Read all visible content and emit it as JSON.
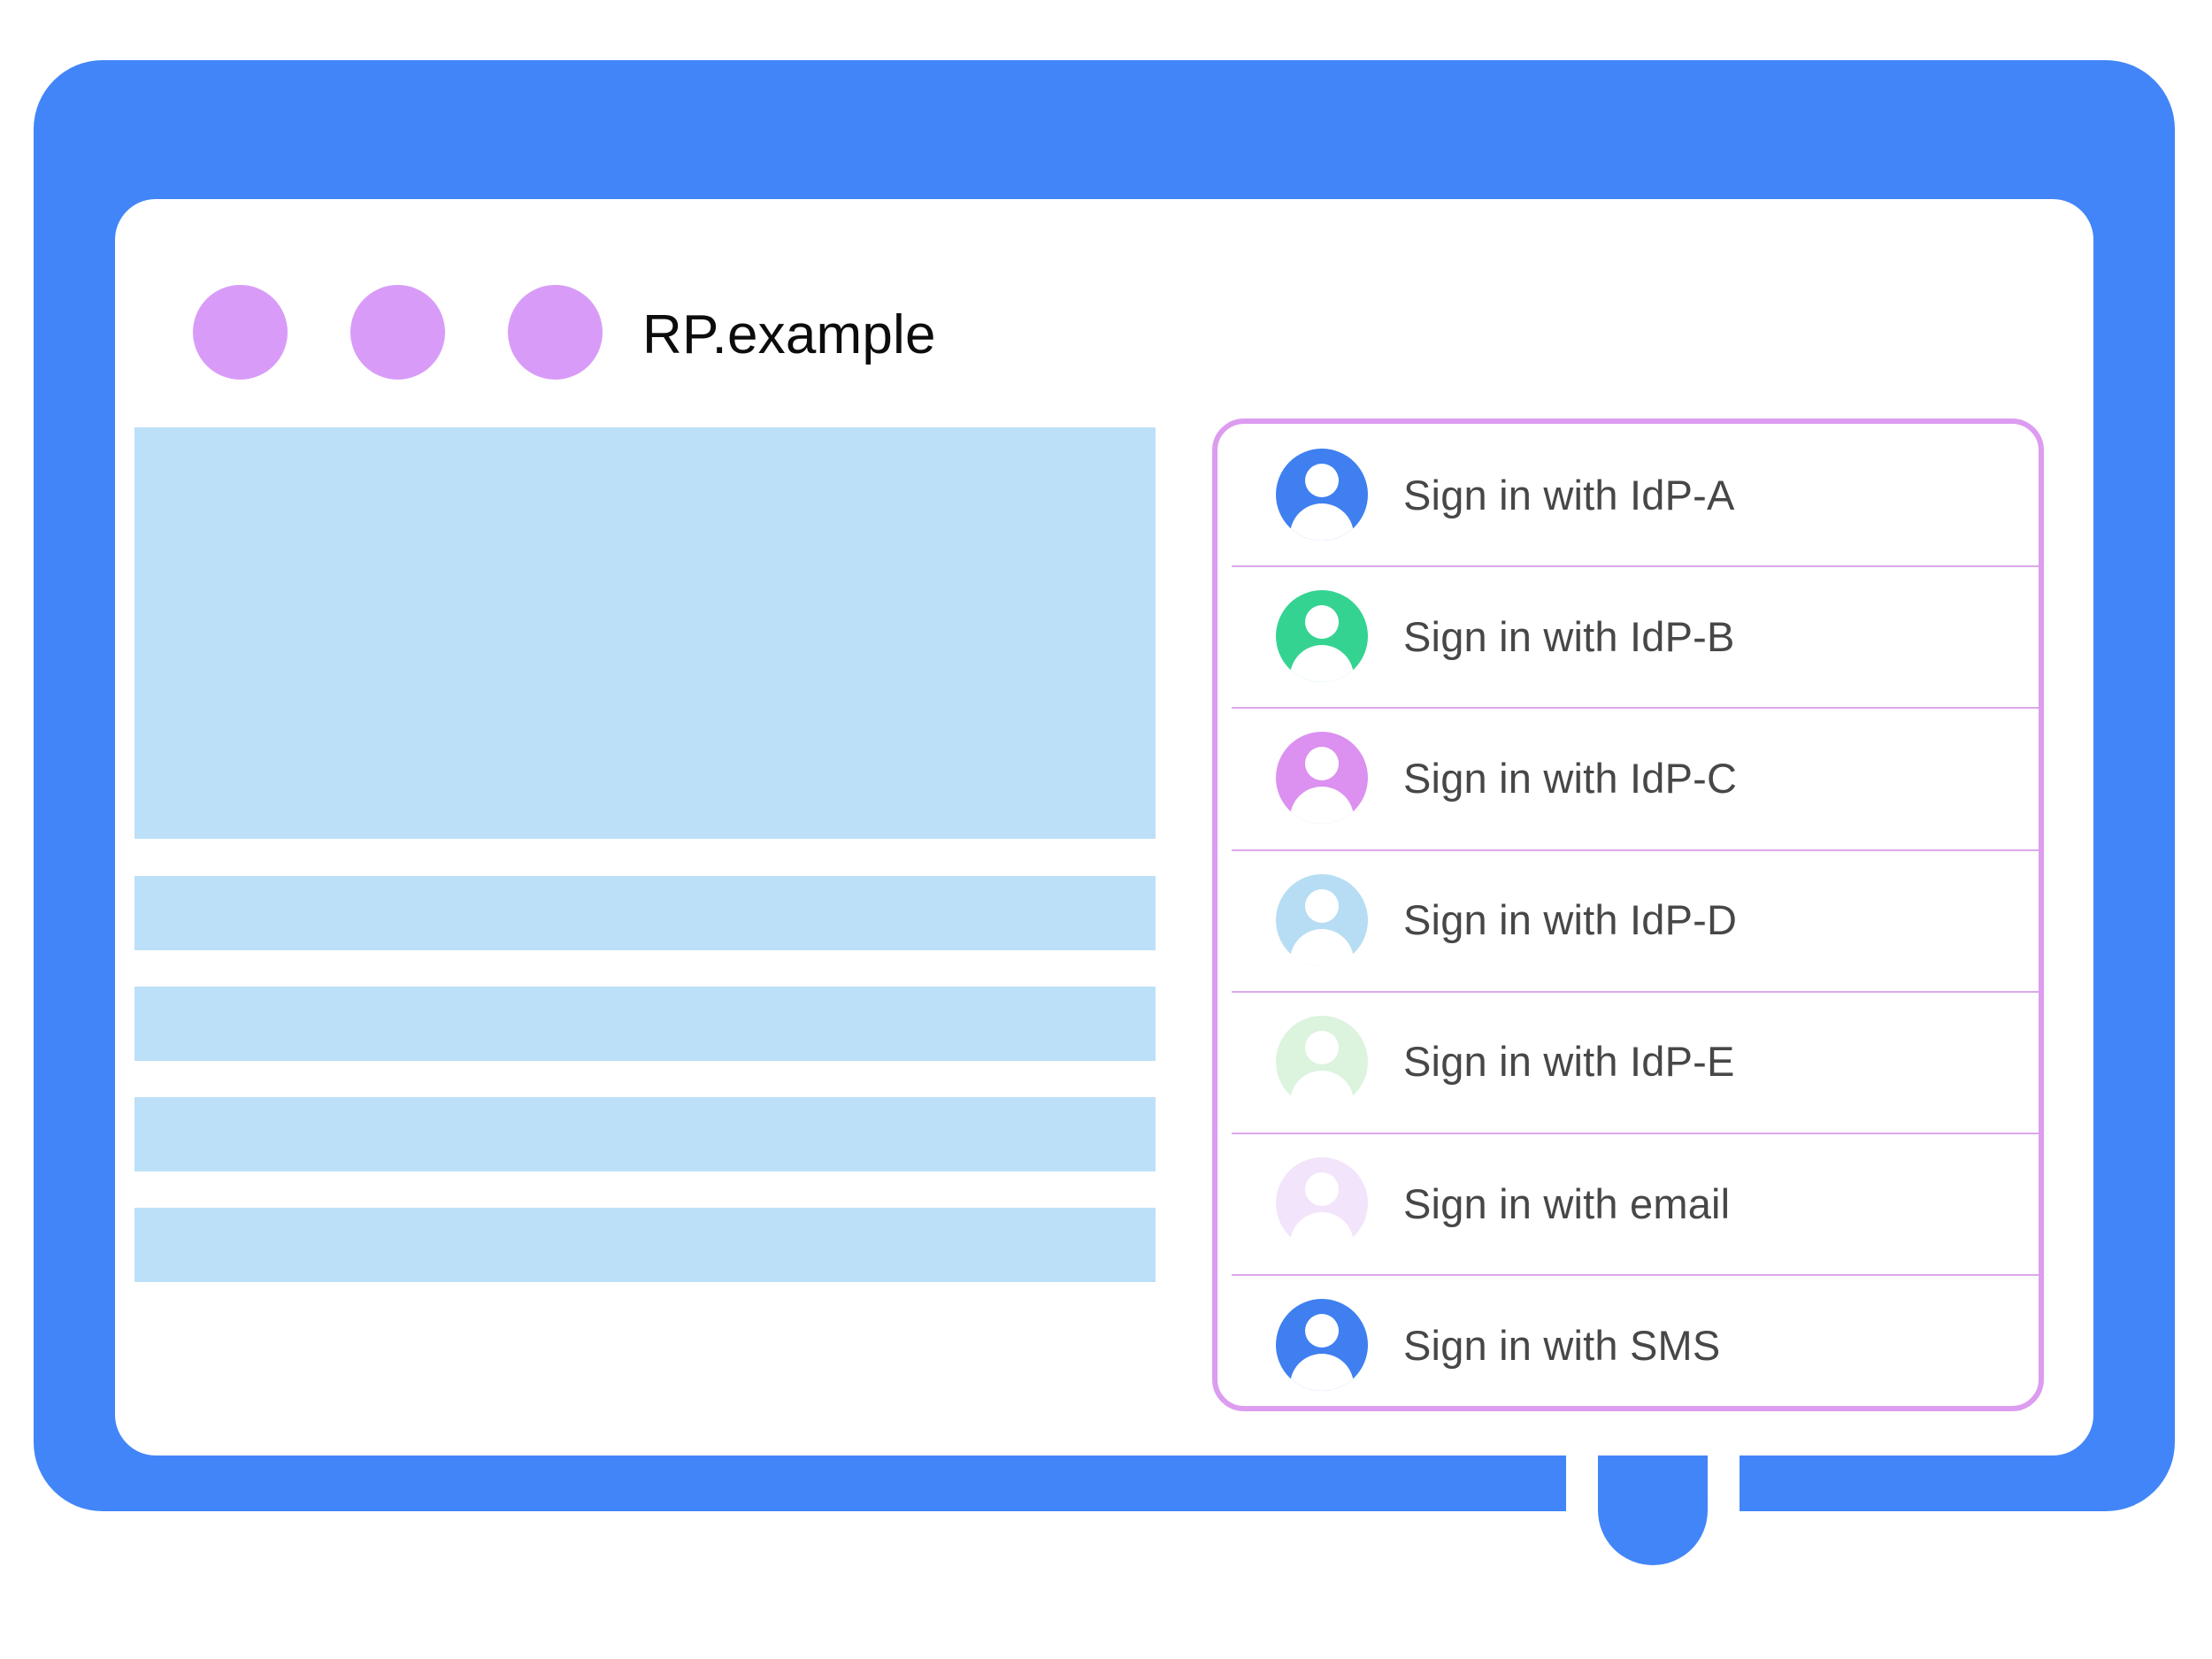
{
  "device": {
    "frame_color": "#4285f8",
    "screen_background": "#ffffff",
    "home_button_name": "home-button"
  },
  "titlebar": {
    "title": "RP.example",
    "dots": [
      {
        "name": "window-dot-1",
        "color": "#d89cf8"
      },
      {
        "name": "window-dot-2",
        "color": "#d89cf8"
      },
      {
        "name": "window-dot-3",
        "color": "#d89cf8"
      }
    ]
  },
  "content": {
    "placeholder_color": "#bce0f8",
    "blocks": [
      {
        "name": "hero-placeholder"
      },
      {
        "name": "text-placeholder-1"
      },
      {
        "name": "text-placeholder-2"
      },
      {
        "name": "text-placeholder-3"
      },
      {
        "name": "text-placeholder-4"
      }
    ]
  },
  "signin_panel": {
    "border_color": "#dc9cf0",
    "divider_color": "#dca8ea",
    "label_color": "#474747",
    "options": [
      {
        "label": "Sign in with IdP-A",
        "avatar_color": "#3f7ff0",
        "icon": "account-avatar-icon"
      },
      {
        "label": "Sign in with IdP-B",
        "avatar_color": "#35d392",
        "icon": "account-avatar-icon"
      },
      {
        "label": "Sign in with IdP-C",
        "avatar_color": "#dc90f0",
        "icon": "account-avatar-icon"
      },
      {
        "label": "Sign in with IdP-D",
        "avatar_color": "#b7ddf4",
        "icon": "account-avatar-icon"
      },
      {
        "label": "Sign in with IdP-E",
        "avatar_color": "#dcf3dd",
        "icon": "account-avatar-icon"
      },
      {
        "label": "Sign in with email",
        "avatar_color": "#f2e4fa",
        "icon": "account-avatar-icon"
      },
      {
        "label": "Sign in with SMS",
        "avatar_color": "#3f7ff0",
        "icon": "account-avatar-icon"
      }
    ]
  }
}
